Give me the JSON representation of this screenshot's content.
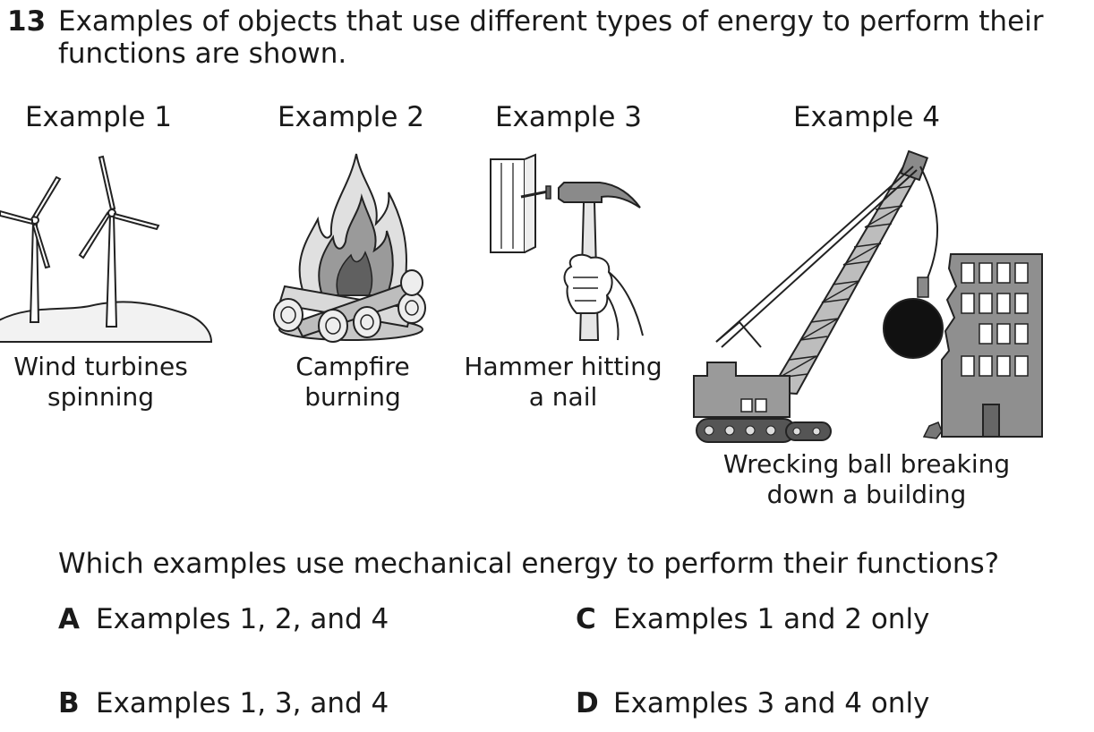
{
  "question": {
    "number": "13",
    "stem": "Examples of objects that use different types of energy to perform their functions are shown.",
    "prompt": "Which examples use mechanical energy to perform their functions?"
  },
  "examples": [
    {
      "title": "Example 1",
      "caption_lines": [
        "Wind turbines",
        "spinning"
      ],
      "icon": "wind-turbines-icon"
    },
    {
      "title": "Example 2",
      "caption_lines": [
        "Campfire",
        "burning"
      ],
      "icon": "campfire-icon"
    },
    {
      "title": "Example 3",
      "caption_lines": [
        "Hammer hitting",
        "a nail"
      ],
      "icon": "hammer-nail-icon"
    },
    {
      "title": "Example 4",
      "caption_lines": [
        "Wrecking ball breaking",
        "down a building"
      ],
      "icon": "wrecking-ball-crane-icon"
    }
  ],
  "choices": [
    {
      "letter": "A",
      "text": "Examples 1, 2, and 4"
    },
    {
      "letter": "B",
      "text": "Examples 1, 3, and 4"
    },
    {
      "letter": "C",
      "text": "Examples 1 and 2 only"
    },
    {
      "letter": "D",
      "text": "Examples 3 and 4 only"
    }
  ]
}
